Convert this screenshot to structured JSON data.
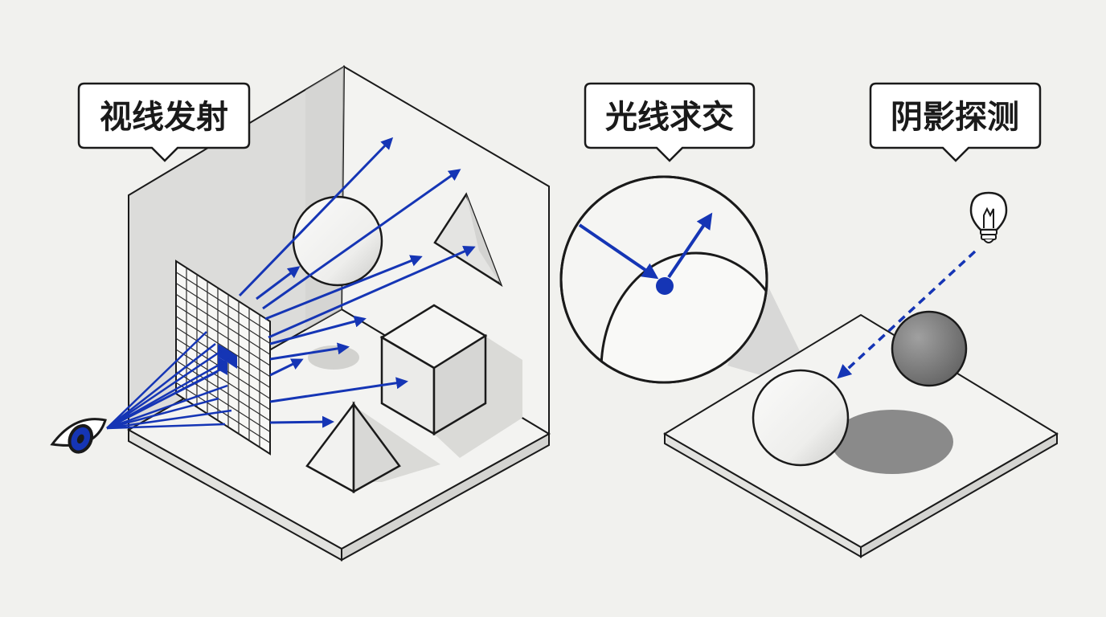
{
  "labels": {
    "ray_casting": "视线发射",
    "ray_intersection": "光线求交",
    "shadow_probe": "阴影探测"
  },
  "colors": {
    "ray_blue": "#1535b5",
    "line_dark": "#1a1a1a",
    "background": "#f1f1ee",
    "wall_shade": "#dcdcda",
    "shadow_gray": "#8a8a8a",
    "dark_sphere": "#7d7d7d"
  },
  "icons": [
    "eye-icon",
    "lightbulb-icon"
  ]
}
